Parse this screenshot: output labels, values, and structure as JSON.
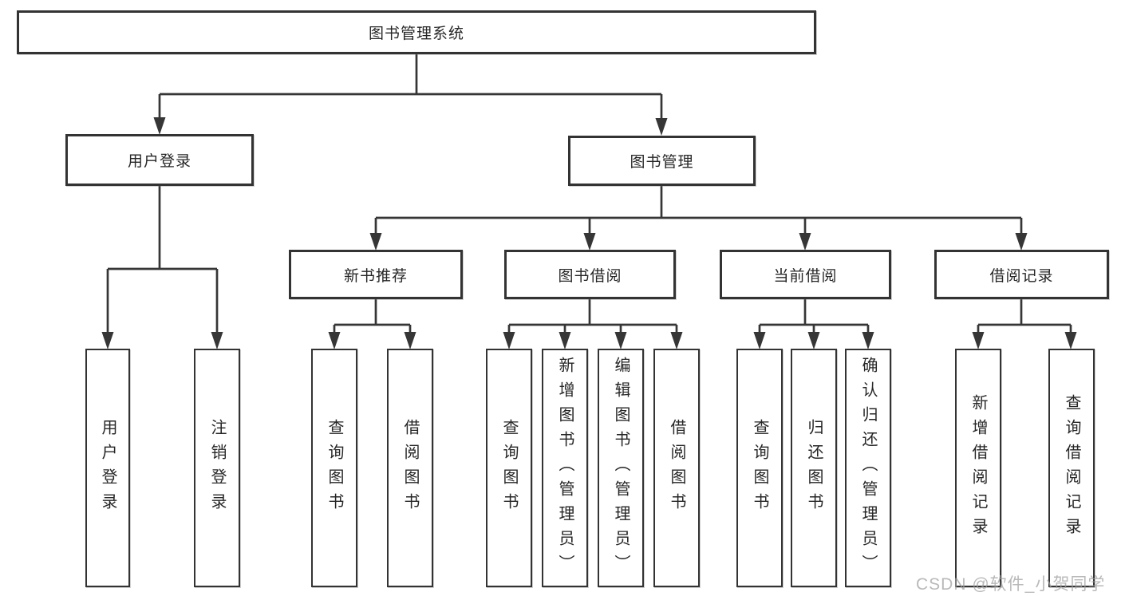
{
  "diagram_type": "hierarchy-diagram",
  "colors": {
    "background": "#ffffff",
    "box_border": "#333333",
    "line": "#363636",
    "text": "#262626",
    "watermark": "#9f9f9f"
  },
  "watermark": "CSDN @软件_小贺同学",
  "tree": {
    "label": "图书管理系统",
    "children": [
      {
        "label": "用户登录",
        "children": [
          {
            "label": "用户登录"
          },
          {
            "label": "注销登录"
          }
        ]
      },
      {
        "label": "图书管理",
        "children": [
          {
            "label": "新书推荐",
            "children": [
              {
                "label": "查询图书"
              },
              {
                "label": "借阅图书"
              }
            ]
          },
          {
            "label": "图书借阅",
            "children": [
              {
                "label": "查询图书"
              },
              {
                "label": "新增图书（管理员）"
              },
              {
                "label": "编辑图书（管理员）"
              },
              {
                "label": "借阅图书"
              }
            ]
          },
          {
            "label": "当前借阅",
            "children": [
              {
                "label": "查询图书"
              },
              {
                "label": "归还图书"
              },
              {
                "label": "确认归还（管理员）"
              }
            ]
          },
          {
            "label": "借阅记录",
            "children": [
              {
                "label": "新增借阅记录"
              },
              {
                "label": "查询借阅记录"
              }
            ]
          }
        ]
      }
    ]
  }
}
